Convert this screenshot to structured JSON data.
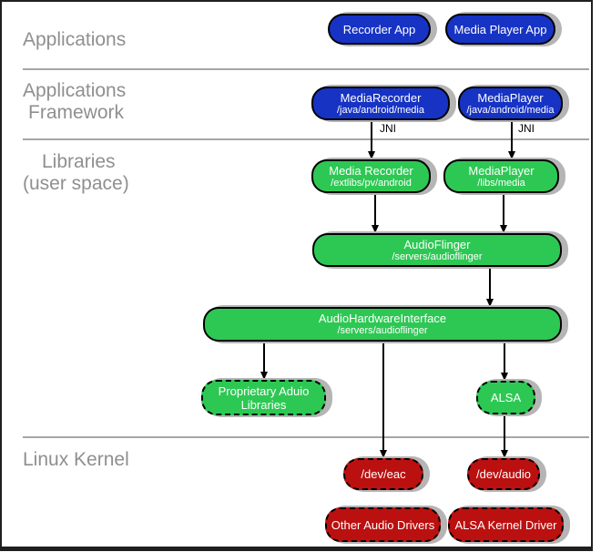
{
  "layer_labels": {
    "applications": {
      "line1": "Applications"
    },
    "framework": {
      "line1": "Applications",
      "line2": "Framework"
    },
    "libraries": {
      "line1": "Libraries",
      "line2": "(user space)"
    },
    "kernel": {
      "line1": "Linux Kernel"
    }
  },
  "boxes": {
    "recorder_app": {
      "title": "Recorder App"
    },
    "media_player_app": {
      "title": "Media Player App"
    },
    "media_recorder_fw": {
      "title": "MediaRecorder",
      "path": "/java/android/media"
    },
    "media_player_fw": {
      "title": "MediaPlayer",
      "path": "/java/android/media"
    },
    "media_recorder_lib": {
      "title": "Media Recorder",
      "path": "/extlibs/pv/android"
    },
    "media_player_lib": {
      "title": "MediaPlayer",
      "path": "/libs/media"
    },
    "audio_flinger": {
      "title": "AudioFlinger",
      "path": "/servers/audioflinger"
    },
    "audio_hw_interface": {
      "title": "AudioHardwareInterface",
      "path": "/servers/audioflinger"
    },
    "proprietary_audio": {
      "title": "Proprietary Aduio Libraries"
    },
    "alsa": {
      "title": "ALSA"
    },
    "dev_eac": {
      "title": "/dev/eac"
    },
    "dev_audio": {
      "title": "/dev/audio"
    },
    "other_audio_drivers": {
      "title": "Other Audio Drivers"
    },
    "alsa_kernel_driver": {
      "title": "ALSA Kernel Driver"
    }
  },
  "annotations": {
    "jni_left": "JNI",
    "jni_right": "JNI"
  },
  "colors": {
    "app_blue": "#1733c4",
    "lib_green": "#2dc853",
    "kernel_red": "#bb1010",
    "shadow": "#b5b5b5",
    "label_gray": "#8f8f8f",
    "divider": "#a6a6a6",
    "connector": "#000000"
  }
}
